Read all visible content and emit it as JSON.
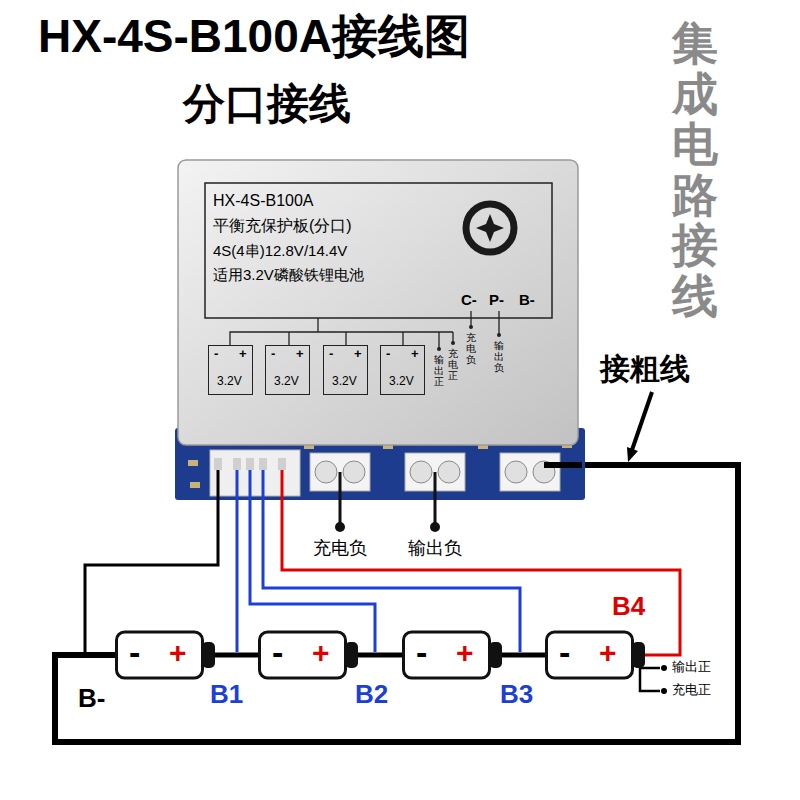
{
  "diagram": {
    "title": "HX-4S-B100A接线图",
    "nodes": [
      {
        "text": [
          "HX-4S-B100A",
          "平衡充保护板(分口)",
          "4S(4串)12.8V/14.4V",
          "适用3.2V磷酸铁锂电池",
          "C-",
          "P-",
          "B-",
          "输出正",
          "充电正",
          "充电负",
          "输出负"
        ]
      },
      {
        "text": [
          "-",
          "+",
          "3.2V"
        ],
        "in": 0
      },
      {
        "text": [
          "-",
          "+",
          "3.2V"
        ],
        "in": 0
      },
      {
        "text": [
          "-",
          "+",
          "3.2V"
        ],
        "in": 0
      },
      {
        "text": [
          "-",
          "+",
          "3.2V"
        ],
        "in": 0
      },
      {
        "text": [
          "-",
          "+"
        ]
      },
      {
        "text": [
          "-",
          "+"
        ]
      },
      {
        "text": [
          "-",
          "+"
        ]
      },
      {
        "text": [
          "-",
          "+"
        ]
      }
    ],
    "edges": [
      {
        "from": 5,
        "to": 6,
        "arrow": "none"
      },
      {
        "from": 6,
        "to": 7,
        "arrow": "none"
      },
      {
        "from": 7,
        "to": 8,
        "arrow": "none"
      },
      {
        "from": 0,
        "to": 5,
        "arrow": "none"
      },
      {
        "from": 0,
        "to": 8,
        "arrow": "none"
      },
      {
        "from": 0,
        "to": 5,
        "arrow": "none"
      }
    ],
    "labels": [
      "分口接线",
      "集成电路接线",
      "接粗线",
      "充电负",
      "输出负",
      "B-",
      "B1",
      "B2",
      "B3",
      "B4",
      "输出正",
      "充电正"
    ]
  }
}
